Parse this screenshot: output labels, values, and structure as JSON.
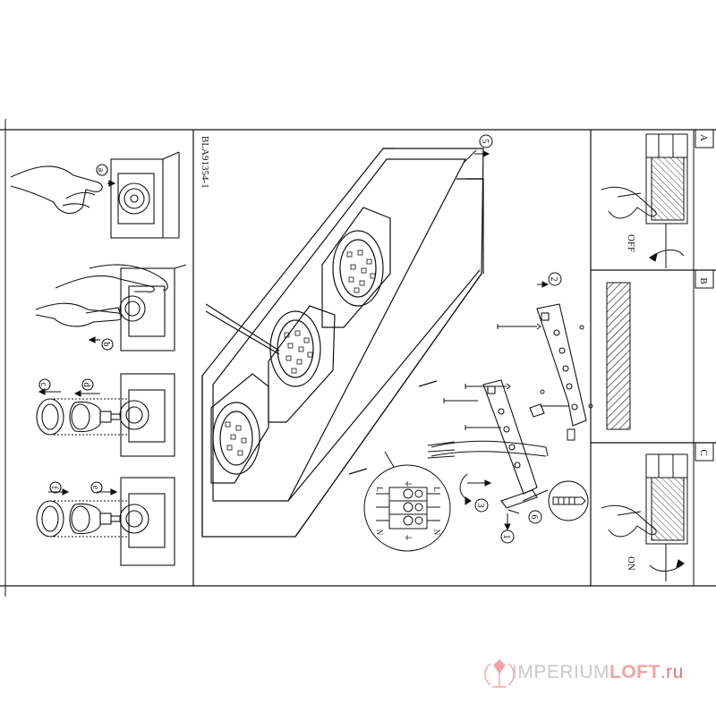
{
  "colors": {
    "line": "#111111",
    "watermark_grey": "#c9c9c9",
    "watermark_pink": "#f3a3a3",
    "watermark_red": "#d97a7a"
  },
  "model_code": "BLA91354-1",
  "left_steps": [
    "a",
    "b",
    "c",
    "d",
    "e",
    "f"
  ],
  "main_steps": [
    "5",
    "2",
    "3",
    "1",
    "6"
  ],
  "panel_letters": {
    "a": "A",
    "b": "B",
    "c": "C"
  },
  "switch_labels": {
    "off": "OFF",
    "on": "ON"
  },
  "terminal_labels": [
    "L",
    "N",
    "L",
    "N"
  ],
  "earth_symbol": "⏚",
  "watermark": {
    "brand_part1": "IMPERIUM",
    "brand_part2": "LOFT",
    "domain": ".ru"
  }
}
